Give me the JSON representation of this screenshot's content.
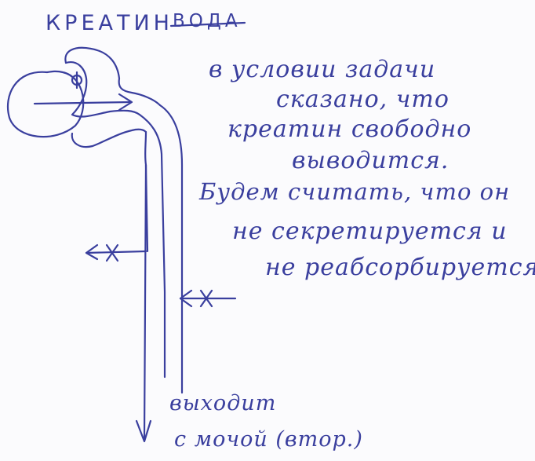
{
  "header": {
    "creatine": "КРЕАТИН",
    "water": "ВОДА"
  },
  "note": {
    "line1": "в условии задачи",
    "line2": "сказано, что",
    "line3": "креатин свободно",
    "line4": "выводится.",
    "line5": "Будем считать, что он",
    "line6": "не секретируется и",
    "line7": "не реабсорбируется."
  },
  "diagram": {
    "filter_symbol": "Ф",
    "output_line1": "выходит",
    "output_line2": "с мочой (втор.)"
  }
}
